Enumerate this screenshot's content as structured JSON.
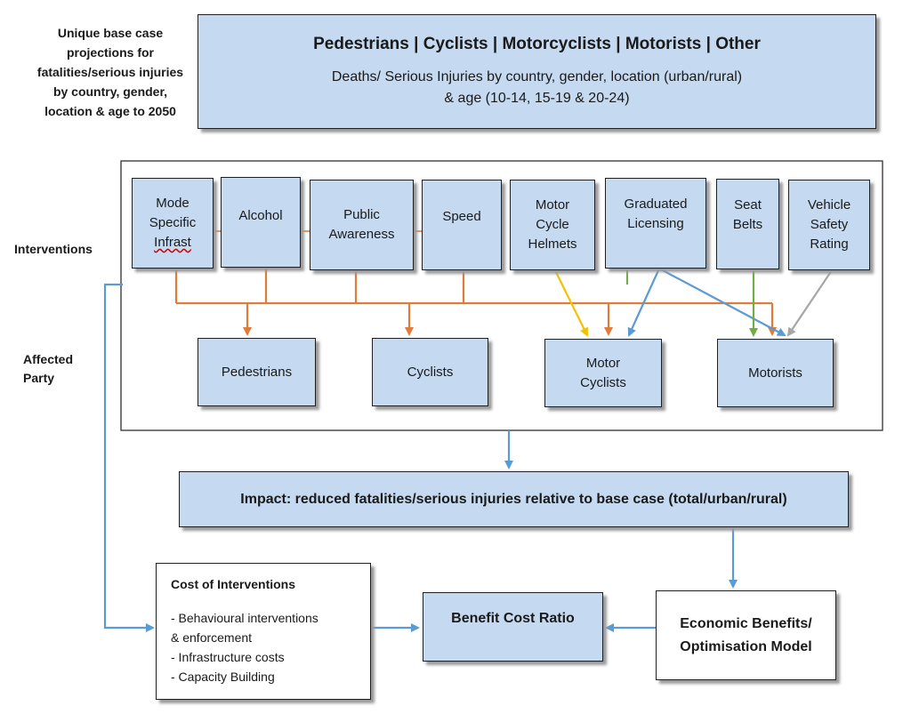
{
  "header_note": [
    "Unique base case",
    "projections for",
    "fatalities/serious injuries",
    "by country, gender,",
    "location & age to 2050"
  ],
  "top_box": {
    "title": "Pedestrians | Cyclists | Motorcyclists | Motorists | Other",
    "line1": "Deaths/ Serious Injuries by country, gender, location (urban/rural)",
    "line2": "& age (10-14, 15-19 & 20-24)"
  },
  "side_labels": {
    "interventions": "Interventions",
    "affected_1": "Affected",
    "affected_2": "Party"
  },
  "interventions": [
    {
      "id": "mode-infra",
      "lines": [
        "Mode",
        "Specific",
        "Infrast"
      ]
    },
    {
      "id": "alcohol",
      "lines": [
        "Alcohol"
      ]
    },
    {
      "id": "public-awareness",
      "lines": [
        "Public",
        "Awareness"
      ]
    },
    {
      "id": "speed",
      "lines": [
        "Speed"
      ]
    },
    {
      "id": "motorcycle-helmets",
      "lines": [
        "Motor",
        "Cycle",
        "Helmets"
      ]
    },
    {
      "id": "graduated-licensing",
      "lines": [
        "Graduated",
        "Licensing"
      ]
    },
    {
      "id": "seat-belts",
      "lines": [
        "Seat",
        "Belts"
      ]
    },
    {
      "id": "vehicle-safety-rating",
      "lines": [
        "Vehicle",
        "Safety",
        "Rating"
      ]
    }
  ],
  "parties": [
    {
      "id": "pedestrians",
      "lines": [
        "Pedestrians"
      ]
    },
    {
      "id": "cyclists",
      "lines": [
        "Cyclists"
      ]
    },
    {
      "id": "motor-cyclists",
      "lines": [
        "Motor",
        "Cyclists"
      ]
    },
    {
      "id": "motorists",
      "lines": [
        "Motorists"
      ]
    }
  ],
  "impact": "Impact: reduced fatalities/serious injuries relative to base case (total/urban/rural)",
  "cost": {
    "title": "Cost of Interventions",
    "items": [
      "- Behavioural interventions",
      "& enforcement",
      "- Infrastructure costs",
      "- Capacity Building"
    ]
  },
  "bcr": "Benefit Cost Ratio",
  "economic": [
    "Economic Benefits/",
    "Optimisation Model"
  ],
  "colors": {
    "box_fill": "#c5daf0",
    "orange": "#e07b39",
    "blue": "#5b9bd5",
    "yellow": "#f2c100",
    "green": "#70ad47",
    "gray": "#a6a6a6"
  }
}
